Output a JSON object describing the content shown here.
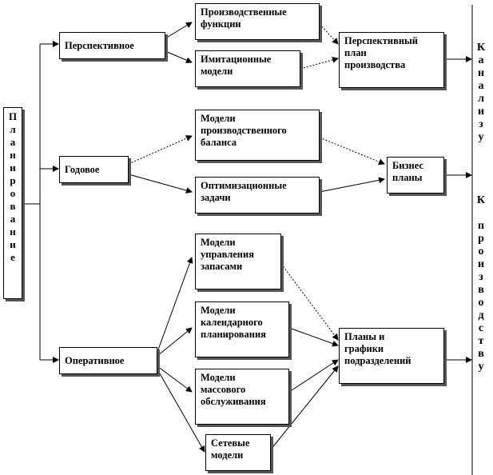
{
  "diagram": {
    "root": "П\nл\nа\nн\nи\nр\nо\nв\nа\nн\nи\nе",
    "levels": {
      "perspective": "Перспективное",
      "annual": "Годовое",
      "operational": "Оперативное"
    },
    "models": {
      "production_functions": "Производственные\nфункции",
      "simulation_models": "Имитационные\nмодели",
      "production_balance": "Модели\nпроизводственного\nбаланса",
      "optimization_tasks": "Оптимизационные\nзадачи",
      "inventory_models": "Модели\nуправления\nзапасами",
      "calendar_models": "Модели\nкалендарного\nпланирования",
      "queue_models": "Модели\nмассового\nобслуживания",
      "network_models": "Сетевые\nмодели"
    },
    "outputs": {
      "perspective_plan": "Перспективный\nплан\nпроизводства",
      "business_plans": "Бизнес\nпланы",
      "unit_plans": "Планы и\nграфики\nподразделений"
    },
    "vertical_labels": {
      "to_analysis": "К\nа\nн\nа\nл\nи\nз\nу",
      "to_production": "К\n\nп\nр\nо\nи\nз\nв\nо\nд\nс\nт\nв\nу"
    }
  }
}
